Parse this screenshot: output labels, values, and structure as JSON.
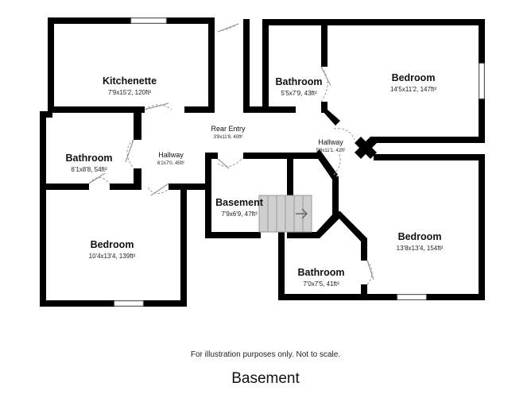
{
  "floor_title": "Basement",
  "disclaimer": "For illustration purposes only. Not to scale.",
  "rooms": [
    {
      "id": "kitchenette",
      "name": "Kitchenette",
      "dims": "7'9x15'2, 120ft²"
    },
    {
      "id": "bathroom-left",
      "name": "Bathroom",
      "dims": "6'1x8'8, 54ft²"
    },
    {
      "id": "hallway-left",
      "name": "Hallway",
      "dims": "6'2x7'0, 45ft²"
    },
    {
      "id": "bedroom-left",
      "name": "Bedroom",
      "dims": "10'4x13'4, 139ft²"
    },
    {
      "id": "rear-entry",
      "name": "Rear Entry",
      "dims": "3'8x11'8, 40ft²"
    },
    {
      "id": "basement",
      "name": "Basement",
      "dims": "7'9x6'9, 47ft²"
    },
    {
      "id": "bathroom-top",
      "name": "Bathroom",
      "dims": "5'5x7'9, 43ft²"
    },
    {
      "id": "bedroom-top-right",
      "name": "Bedroom",
      "dims": "14'5x11'2, 147ft²"
    },
    {
      "id": "hallway-right",
      "name": "Hallway",
      "dims": "5'8x11'1, 42ft²"
    },
    {
      "id": "bedroom-bottom-right",
      "name": "Bedroom",
      "dims": "13'8x13'4, 154ft²"
    },
    {
      "id": "bathroom-bottom",
      "name": "Bathroom",
      "dims": "7'0x7'5, 41ft²"
    }
  ]
}
